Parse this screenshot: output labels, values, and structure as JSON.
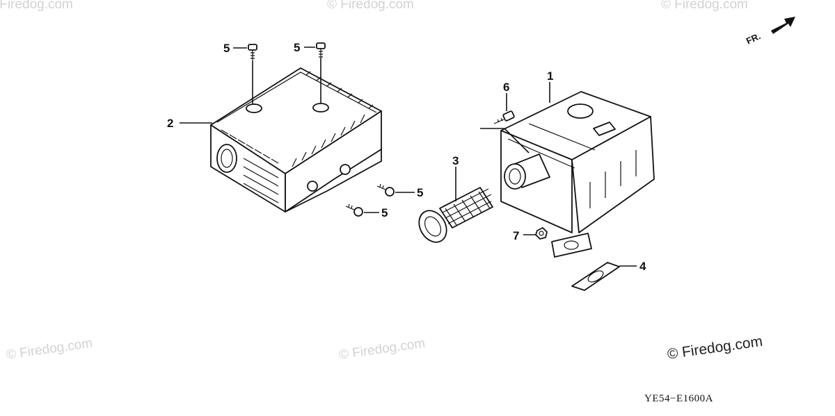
{
  "diagram": {
    "code": "YE54−E1600A",
    "direction_label": "FR.",
    "watermark": "© Firedog.com",
    "watermark_faded": "© Firedog.com",
    "callouts": [
      {
        "number": "1",
        "part": "muffler"
      },
      {
        "number": "2",
        "part": "muffler-protector"
      },
      {
        "number": "3",
        "part": "spark-arrester"
      },
      {
        "number": "4",
        "part": "muffler-gasket"
      },
      {
        "number": "5",
        "part": "screw"
      },
      {
        "number": "5",
        "part": "screw"
      },
      {
        "number": "5",
        "part": "screw"
      },
      {
        "number": "5",
        "part": "screw"
      },
      {
        "number": "6",
        "part": "bolt"
      },
      {
        "number": "7",
        "part": "nut"
      }
    ]
  },
  "colors": {
    "line": "#111111",
    "watermark_faded": "#d2d2d2",
    "background": "#ffffff"
  }
}
